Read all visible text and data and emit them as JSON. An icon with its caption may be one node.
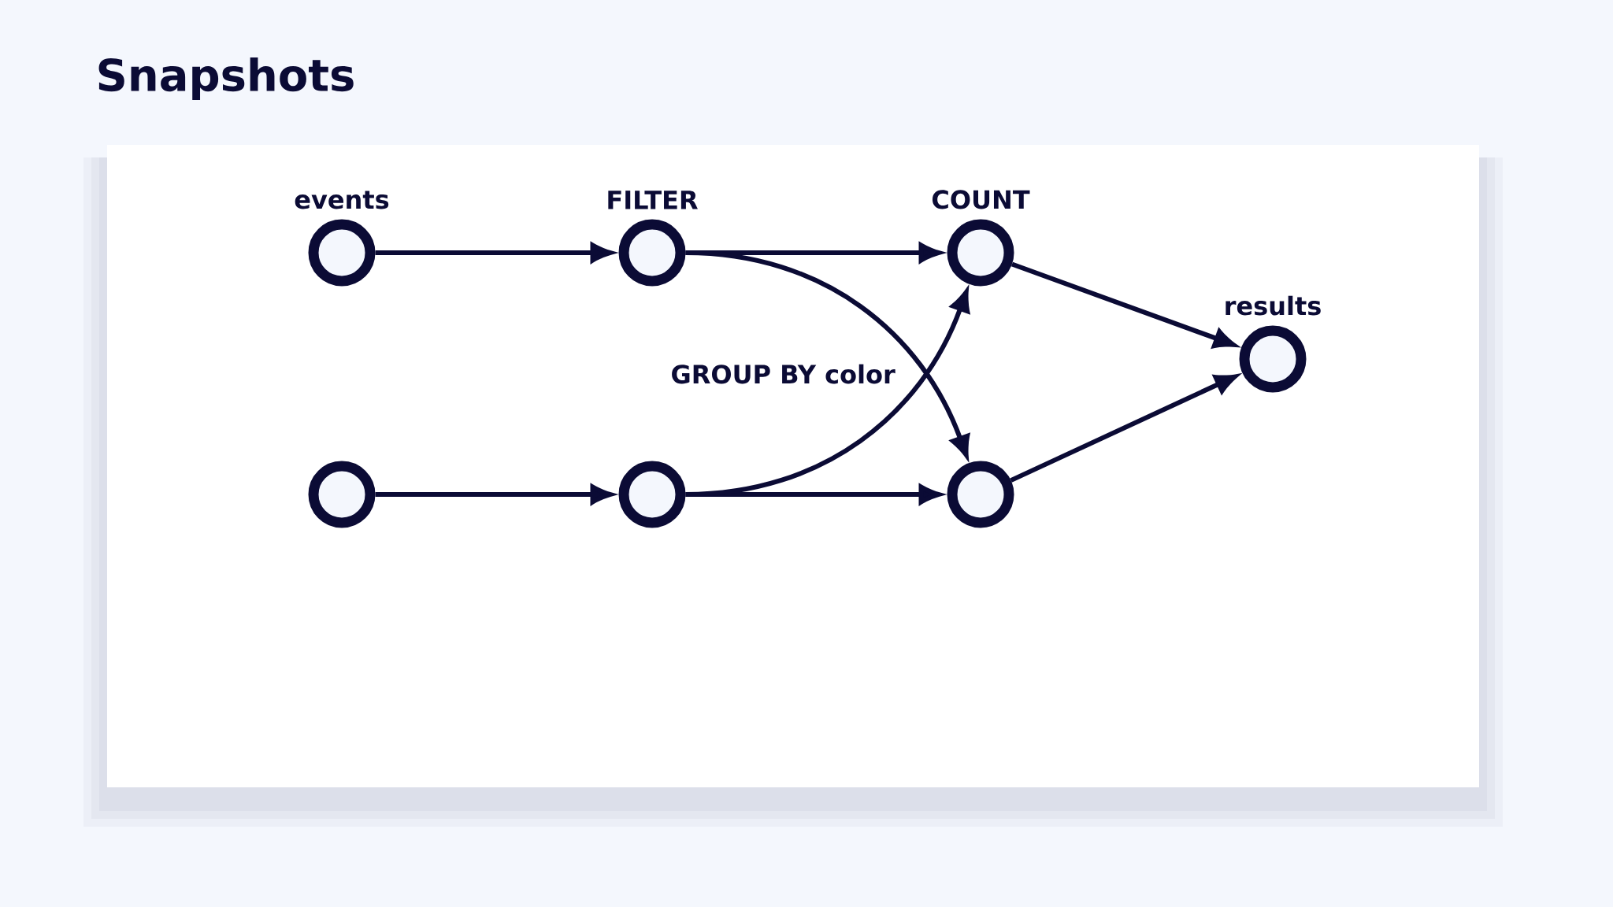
{
  "diagram": {
    "title": "Snapshots",
    "nodes": [
      {
        "text": [
          "events"
        ]
      },
      {
        "text": [
          "FILTER"
        ]
      },
      {
        "text": [
          "COUNT"
        ]
      },
      {
        "text": [
          "results"
        ]
      },
      {
        "text": [],
        "shape": "circle"
      },
      {
        "text": [],
        "shape": "circle"
      },
      {
        "text": [],
        "shape": "circle"
      }
    ],
    "edges": [
      {
        "from": 0,
        "to": 1,
        "arrow": "to"
      },
      {
        "from": 1,
        "to": 2,
        "arrow": "to"
      },
      {
        "from": 1,
        "to": 6,
        "arrow": "to"
      },
      {
        "from": 2,
        "to": 3,
        "arrow": "to"
      },
      {
        "from": 4,
        "to": 5,
        "arrow": "to"
      },
      {
        "from": 5,
        "to": 6,
        "arrow": "to"
      },
      {
        "from": 5,
        "to": 2,
        "arrow": "to"
      },
      {
        "from": 6,
        "to": 3,
        "arrow": "to"
      }
    ],
    "labels": [
      "GROUP BY color"
    ]
  }
}
